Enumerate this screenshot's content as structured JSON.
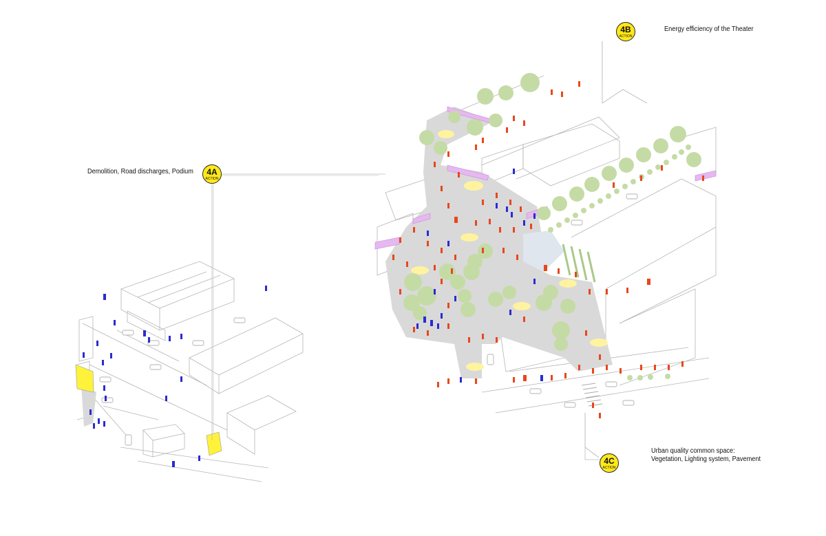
{
  "actions": {
    "a4": {
      "code": "4A",
      "sub": "ACTION",
      "text": "Demolition, Road discharges, Podium"
    },
    "b4": {
      "code": "4B",
      "sub": "ACTION",
      "text": "Energy efficiency of the Theater"
    },
    "c4": {
      "code": "4C",
      "sub": "ACTION",
      "text_line1": "Urban quality common space:",
      "text_line2": "Vegetation, Lighting system, Pavement"
    }
  },
  "colors": {
    "badge": "#ffe81a",
    "people_red": "#e8471c",
    "people_blue": "#2b2bd0",
    "trees": "#c5dba6",
    "pavement": "#d9d9d9",
    "light_pools": "#fff3a0",
    "facade_pink": "#e6b8f0",
    "highlight_building": "#fff23a",
    "linework": "#b5b5b5"
  }
}
